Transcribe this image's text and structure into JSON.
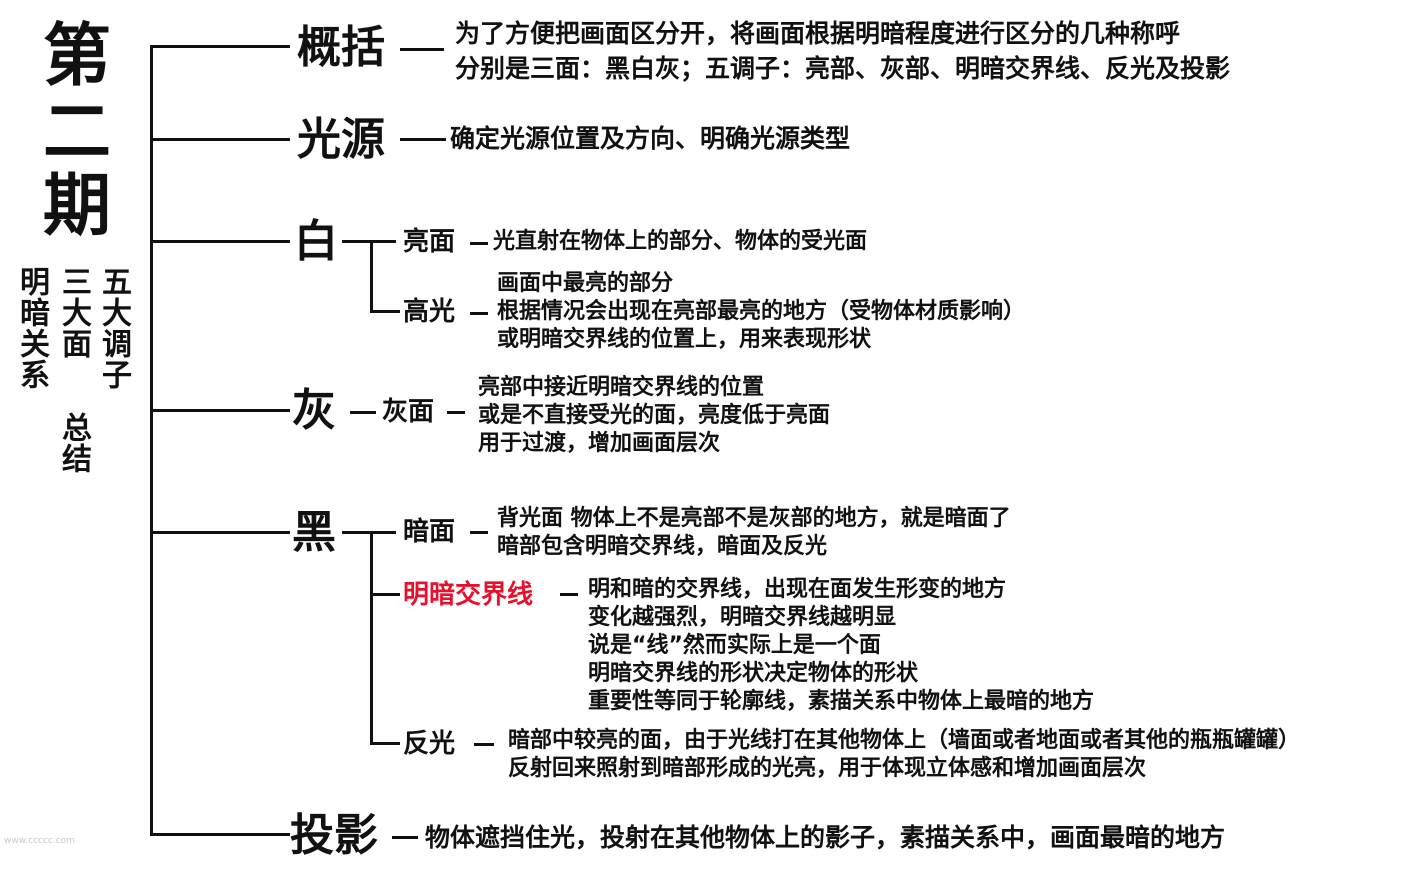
{
  "title": [
    "第",
    "二",
    "期"
  ],
  "summary": {
    "col1": "明暗关系",
    "col2": "三大面",
    "col3": "五大调子",
    "col4": "总结"
  },
  "branches": {
    "overview": {
      "label": "概括",
      "lines": [
        "为了方便把画面区分开，将画面根据明暗程度进行区分的几种称呼",
        "分别是三面：黑白灰；五调子：亮部、灰部、明暗交界线、反光及投影"
      ]
    },
    "light_source": {
      "label": "光源",
      "text": "确定光源位置及方向、明确光源类型"
    },
    "white": {
      "label": "白",
      "bright_face": {
        "label": "亮面",
        "text": "光直射在物体上的部分、物体的受光面"
      },
      "highlight": {
        "label": "高光",
        "lines": [
          "画面中最亮的部分",
          "根据情况会出现在亮部最亮的地方（受物体材质影响）",
          "或明暗交界线的位置上，用来表现形状"
        ]
      }
    },
    "gray": {
      "label": "灰",
      "gray_face": {
        "label": "灰面",
        "lines": [
          "亮部中接近明暗交界线的位置",
          "或是不直接受光的面，亮度低于亮面",
          "用于过渡，增加画面层次"
        ]
      }
    },
    "black": {
      "label": "黑",
      "dark_face": {
        "label": "暗面",
        "lines": [
          "背光面 物体上不是亮部不是灰部的地方，就是暗面了",
          "暗部包含明暗交界线，暗面及反光"
        ]
      },
      "terminator": {
        "label": "明暗交界线",
        "lines": [
          "明和暗的交界线，出现在面发生形变的地方",
          "变化越强烈，明暗交界线越明显",
          "说是“线”然而实际上是一个面",
          "明暗交界线的形状决定物体的形状",
          "重要性等同于轮廓线，素描关系中物体上最暗的地方"
        ]
      },
      "reflected_light": {
        "label": "反光",
        "lines": [
          "暗部中较亮的面，由于光线打在其他物体上（墙面或者地面或者其他的瓶瓶罐罐）",
          "反射回来照射到暗部形成的光亮，用于体现立体感和增加画面层次"
        ]
      }
    },
    "cast_shadow": {
      "label": "投影",
      "text": "物体遮挡住光，投射在其他物体上的影子，素描关系中，画面最暗的地方"
    }
  },
  "watermark": "www.ccccc.com",
  "colors": {
    "text": "#111111",
    "highlight_label": "#e8112d",
    "background": "#ffffff"
  }
}
